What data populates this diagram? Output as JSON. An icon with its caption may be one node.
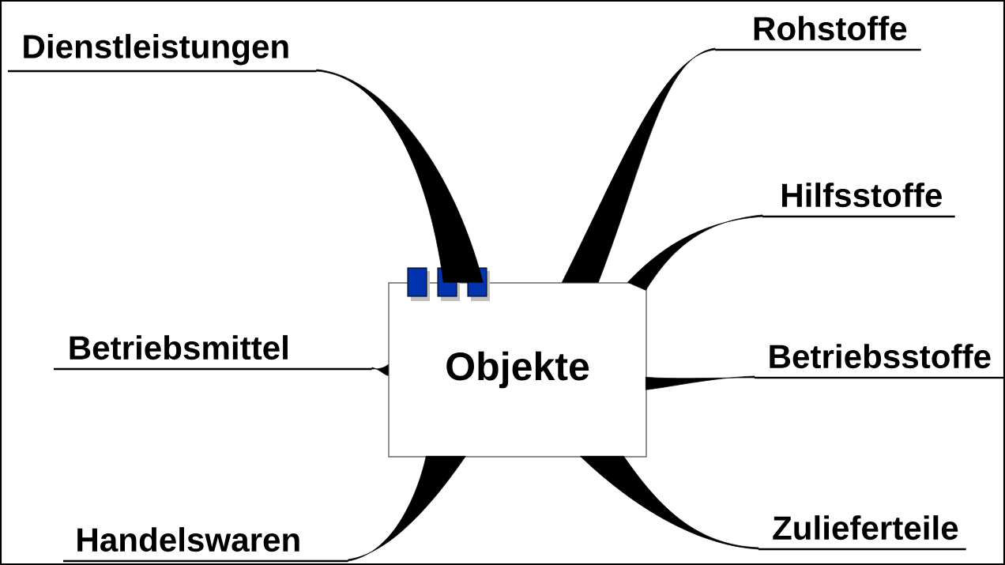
{
  "diagram": {
    "nodes": [
      {
        "text": [
          "Objekte"
        ]
      },
      {
        "text": [
          "Rohstoffe"
        ]
      },
      {
        "text": [
          "Dienstleistungen"
        ]
      },
      {
        "text": [
          "Hilfsstoffe"
        ]
      },
      {
        "text": [
          "Betriebsmittel"
        ]
      },
      {
        "text": [
          "Betriebsstoffe"
        ]
      },
      {
        "text": [
          "Zulieferteile"
        ]
      },
      {
        "text": [
          "Handelswaren"
        ]
      }
    ],
    "edges": [
      {
        "from": 0,
        "to": 1,
        "arrow": "none"
      },
      {
        "from": 0,
        "to": 2,
        "arrow": "none"
      },
      {
        "from": 0,
        "to": 3,
        "arrow": "none"
      },
      {
        "from": 0,
        "to": 4,
        "arrow": "none"
      },
      {
        "from": 0,
        "to": 5,
        "arrow": "none"
      },
      {
        "from": 0,
        "to": 6,
        "arrow": "none"
      },
      {
        "from": 0,
        "to": 7,
        "arrow": "none"
      }
    ]
  }
}
